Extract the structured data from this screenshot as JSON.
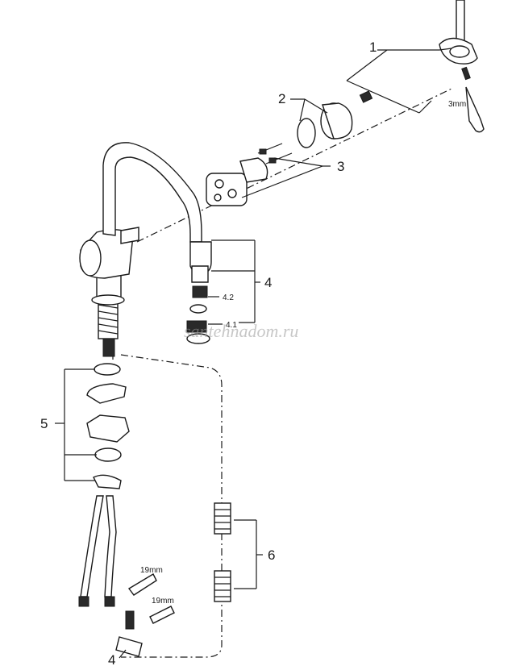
{
  "callouts": {
    "c1": "1",
    "c2": "2",
    "c3": "3",
    "c4": "4",
    "c4_1": "4.1",
    "c4_2": "4.2",
    "c5": "5",
    "c6": "6",
    "c4_bottom": "4"
  },
  "dimensions": {
    "hex_key": "3mm",
    "wrench_upper": "19mm",
    "wrench_lower": "19mm"
  },
  "watermark": "santehnadom.ru"
}
